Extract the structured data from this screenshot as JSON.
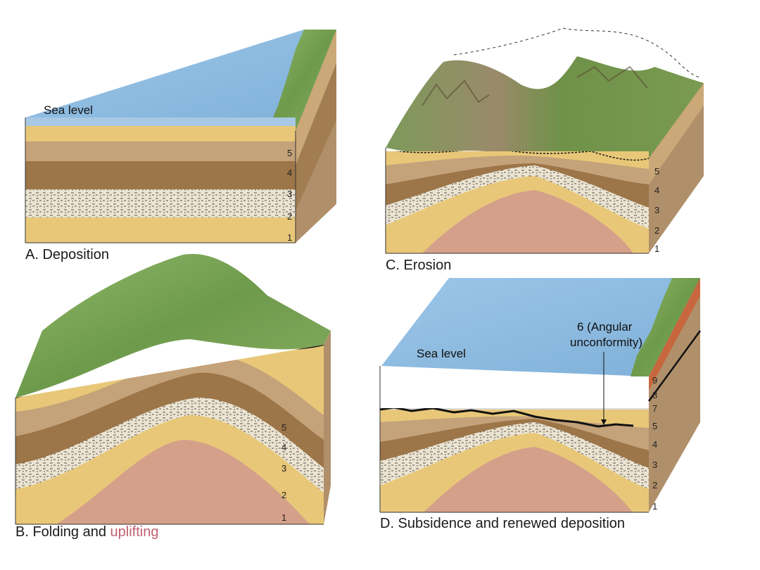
{
  "panels": {
    "a": {
      "caption": "A. Deposition",
      "sea_label": "Sea level",
      "layers": [
        "5",
        "4",
        "3",
        "2",
        "1"
      ]
    },
    "b": {
      "caption_main": "B. Folding and ",
      "caption_accent": "uplifting",
      "layers": [
        "5",
        "4",
        "3",
        "2",
        "1"
      ]
    },
    "c": {
      "caption": "C. Erosion",
      "layers": [
        "5",
        "4",
        "3",
        "2",
        "1"
      ]
    },
    "d": {
      "caption": "D. Subsidence and renewed deposition",
      "sea_label": "Sea level",
      "annotation_line1": "6 (Angular",
      "annotation_line2": "unconformity)",
      "layers": [
        "9",
        "8",
        "7",
        "5",
        "4",
        "3",
        "2",
        "1"
      ]
    }
  },
  "colors": {
    "sea": "#8ab8de",
    "land": "#7fa55a",
    "sandstone": "#e8c878",
    "light_brown": "#c4a27a",
    "dark_brown": "#9c7548",
    "limestone": "#e9e2cf",
    "red_layer": "#c8663e",
    "gray_layer": "#dcdcdc",
    "core": "#d5a08a"
  }
}
